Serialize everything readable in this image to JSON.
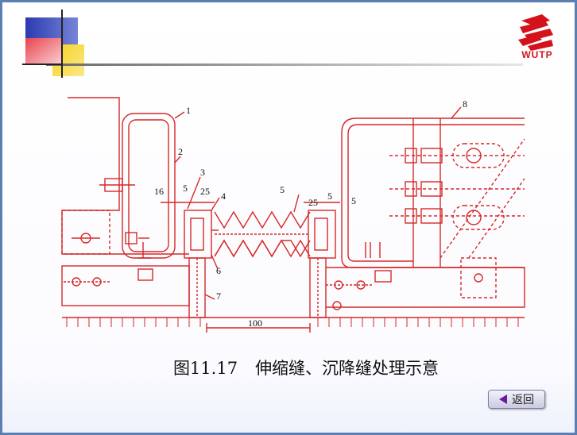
{
  "logo": {
    "text": "WUTP",
    "brand_color": "#d4121b"
  },
  "caption": {
    "figure_number": "图11.17",
    "title": "伸缩缝、沉降缝处理示意"
  },
  "diagram": {
    "line_color": "#d62828",
    "labels": {
      "part1": "1",
      "part2": "2",
      "part3": "3",
      "part4": "4",
      "part5": "5",
      "part6": "6",
      "part7": "7",
      "part8": "8",
      "dim_16": "16",
      "dim_5_left": "5",
      "dim_25_left": "25",
      "dim_25_right": "25",
      "dim_5_right": "5",
      "dim_100": "100"
    }
  },
  "back_button": {
    "label": "返回",
    "icon": "left-triangle-icon"
  },
  "colors": {
    "frame_border": "#5a7fb0",
    "deco_blue": "#2b3bb0",
    "deco_yellow": "#f5d21e",
    "deco_red": "#e8434e"
  }
}
